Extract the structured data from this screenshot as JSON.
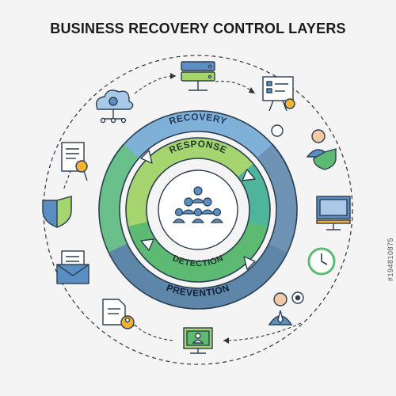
{
  "title": "BUSINESS RECOVERY CONTROL LAYERS",
  "layers": {
    "recovery": "RECOVERY",
    "response": "RESPONSE",
    "detection": "DETECTION",
    "prevention": "PREVENTION"
  },
  "watermark": "#194810875",
  "colors": {
    "outline": "#2c3e50",
    "recovery_band": "#7fb0d8",
    "prevention_band": "#5e86a8",
    "green_band": "#69c08a",
    "light_green": "#a6d46e",
    "mid_green": "#5cba72",
    "teal": "#4fb59a",
    "inner_fill": "#ffffff"
  },
  "icons": [
    "server-icon",
    "presentation-board-icon",
    "user-shield-icon",
    "monitor-icon",
    "clock-icon",
    "businessman-gear-icon",
    "monitor-user-icon",
    "document-user-icon",
    "envelope-document-icon",
    "shield-icon",
    "document-magnifier-icon",
    "cloud-network-icon",
    "team-group-icon"
  ]
}
